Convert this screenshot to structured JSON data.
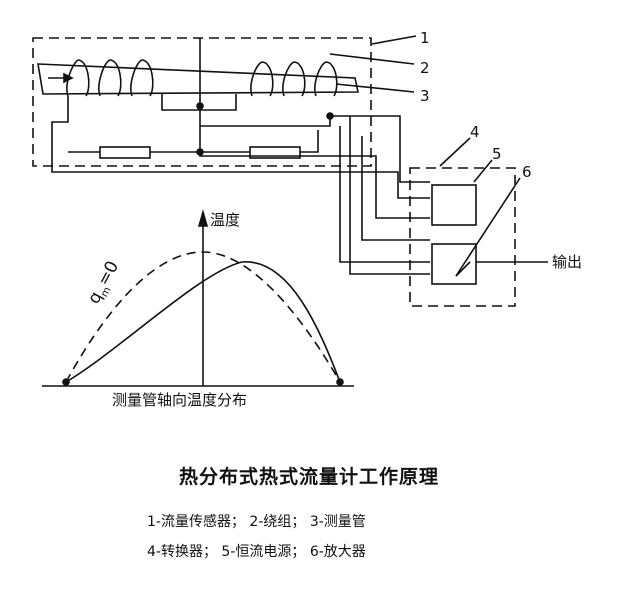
{
  "diagram": {
    "callouts": [
      "1",
      "2",
      "3",
      "4",
      "5",
      "6"
    ],
    "labels": {
      "temperature": "温度",
      "output": "输出",
      "axis_caption": "测量管轴向温度分布",
      "curve_q": "q",
      "curve_m": "m",
      "curve_eq": "=0"
    }
  },
  "caption": {
    "title": "热分布式热式流量计工作原理",
    "legend_line1": "1-流量传感器； 2-绕组； 3-测量管",
    "legend_line2": "4-转换器； 5-恒流电源； 6-放大器"
  }
}
